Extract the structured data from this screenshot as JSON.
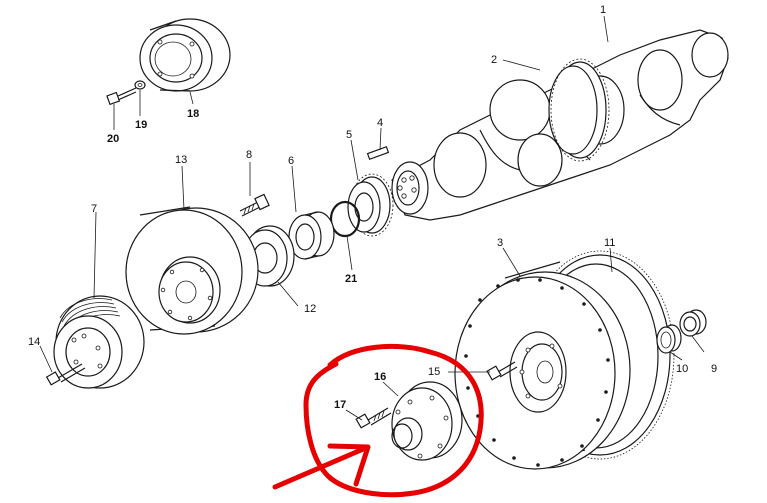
{
  "parts": [
    {
      "id": "p1",
      "label": "1"
    },
    {
      "id": "p2",
      "label": "2"
    },
    {
      "id": "p3",
      "label": "3"
    },
    {
      "id": "p4",
      "label": "4"
    },
    {
      "id": "p5",
      "label": "5"
    },
    {
      "id": "p6",
      "label": "6"
    },
    {
      "id": "p7",
      "label": "7"
    },
    {
      "id": "p8",
      "label": "8"
    },
    {
      "id": "p9",
      "label": "9"
    },
    {
      "id": "p10",
      "label": "10"
    },
    {
      "id": "p11",
      "label": "11"
    },
    {
      "id": "p12",
      "label": "12"
    },
    {
      "id": "p13",
      "label": "13"
    },
    {
      "id": "p14",
      "label": "14"
    },
    {
      "id": "p15",
      "label": "15"
    },
    {
      "id": "p16",
      "label": "16"
    },
    {
      "id": "p17",
      "label": "17"
    },
    {
      "id": "p18",
      "label": "18"
    },
    {
      "id": "p19",
      "label": "19"
    },
    {
      "id": "p20",
      "label": "20"
    },
    {
      "id": "p21",
      "label": "21"
    }
  ],
  "colors": {
    "line": "#1a1a1a",
    "highlight": "#e60000",
    "background": "#ffffff"
  }
}
